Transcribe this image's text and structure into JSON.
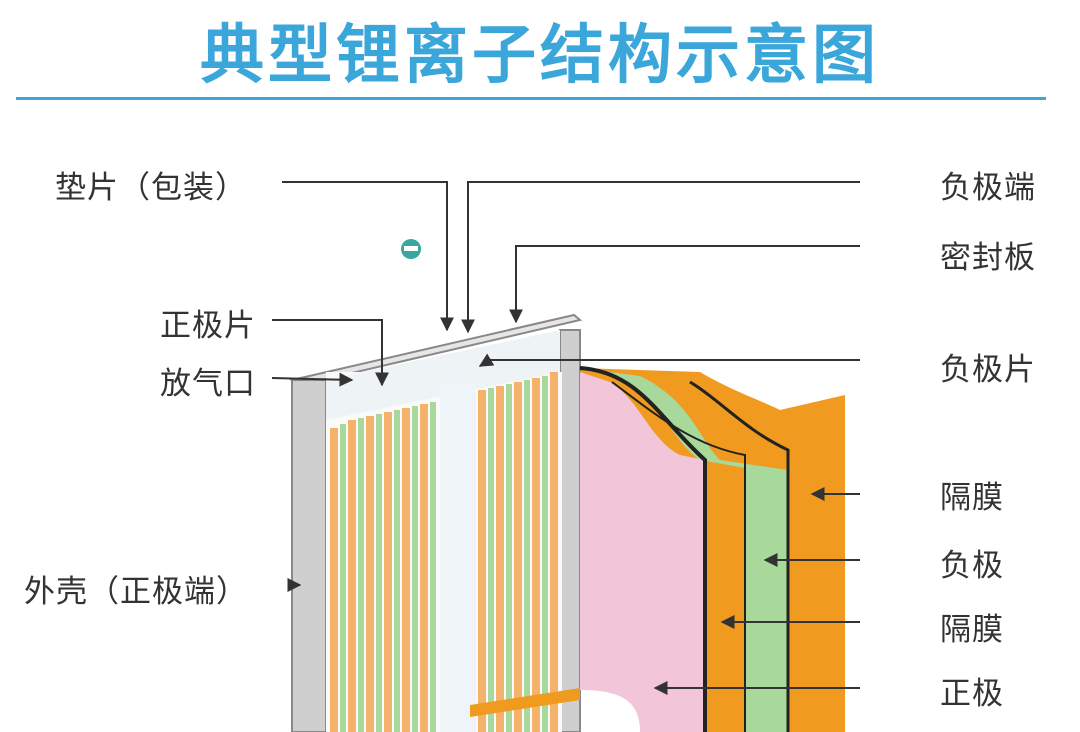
{
  "title": "典型锂离子结构示意图",
  "labels": {
    "gasket": "垫片（包装）",
    "positive_tab": "正极片",
    "vent": "放气口",
    "case": "外壳（正极端）",
    "negative_terminal": "负极端",
    "seal_plate": "密封板",
    "negative_tab": "负极片",
    "separator_1": "隔膜",
    "negative_electrode": "负极",
    "separator_2": "隔膜",
    "positive_electrode": "正极"
  },
  "colors": {
    "title": "#3aa6da",
    "case": "#c8c8c8",
    "positive_layer": "#f5b26b",
    "negative_layer": "#a8d89a",
    "separator": "#f09a1f",
    "pink_layer": "#f2c6d8",
    "leader_line": "#333333"
  }
}
